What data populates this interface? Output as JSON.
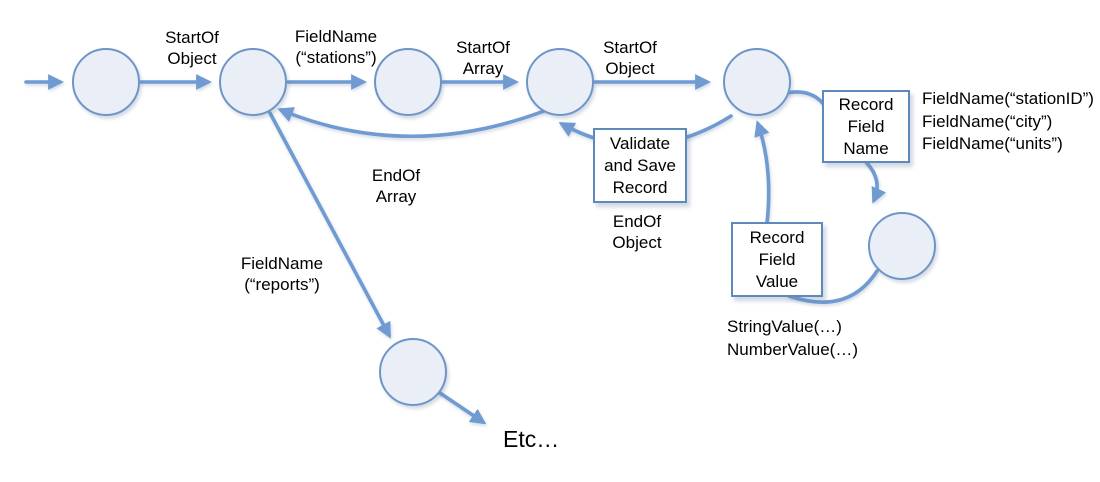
{
  "diagram": {
    "type": "state-machine",
    "description": "JSON parsing event state diagram",
    "edge_labels": {
      "start_of_object_1": "StartOf\nObject",
      "field_name_stations": "FieldName\n(“stations”)",
      "start_of_array": "StartOf\nArray",
      "start_of_object_2": "StartOf\nObject",
      "end_of_array": "EndOf\nArray",
      "end_of_object": "EndOf\nObject",
      "field_name_reports": "FieldName\n(“reports”)",
      "field_name_variants": "FieldName(“stationID”)\nFieldName(“city”)\nFieldName(“units”)",
      "value_variants": "StringValue(…)\nNumberValue(…)",
      "etc": "Etc…"
    },
    "action_boxes": {
      "validate": "Validate\nand Save\nRecord",
      "record_field_name": "Record\nField\nName",
      "record_field_value": "Record\nField\nValue"
    }
  },
  "colors": {
    "edge_color": "#6f9ad2",
    "circle_border": "#6e95c7",
    "circle_fill": "#e9eef7",
    "box_border": "#5d89bd",
    "box_fill": "#ffffff",
    "text_color": "#000000",
    "bg_color": "#ffffff"
  }
}
